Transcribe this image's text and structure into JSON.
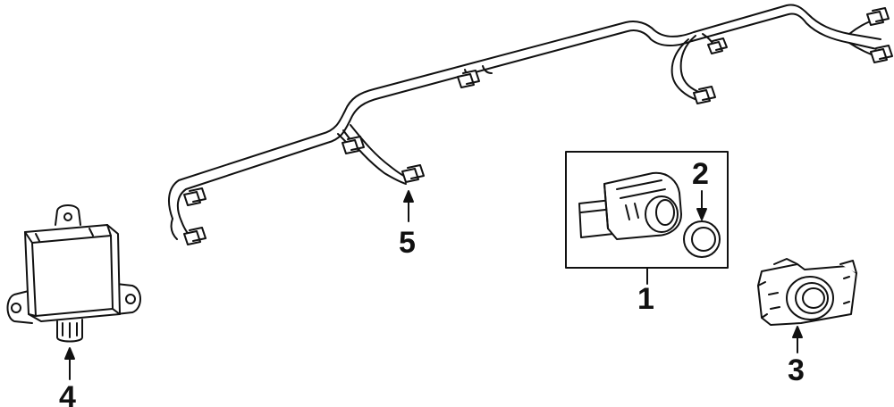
{
  "diagram": {
    "line_color": "#111111",
    "background": "#ffffff",
    "callouts": [
      {
        "id": "1",
        "label": "1",
        "part": "sensor-with-bracket"
      },
      {
        "id": "2",
        "label": "2",
        "part": "sensor-retainer-ring"
      },
      {
        "id": "3",
        "label": "3",
        "part": "sensor-holder-bracket"
      },
      {
        "id": "4",
        "label": "4",
        "part": "control-module"
      },
      {
        "id": "5",
        "label": "5",
        "part": "wiring-harness"
      }
    ]
  }
}
